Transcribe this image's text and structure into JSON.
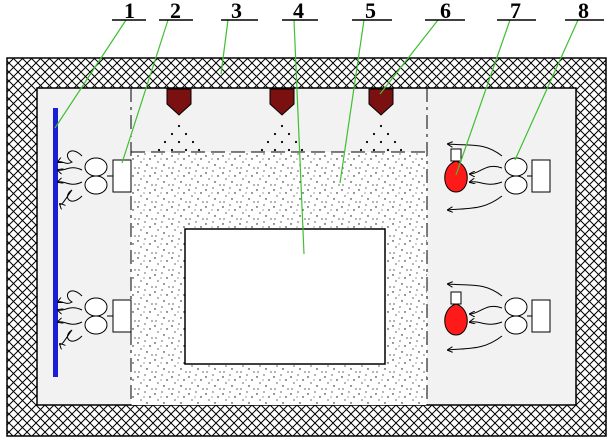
{
  "callouts": [
    {
      "label": "1"
    },
    {
      "label": "2"
    },
    {
      "label": "3"
    },
    {
      "label": "4"
    },
    {
      "label": "5"
    },
    {
      "label": "6"
    },
    {
      "label": "7"
    },
    {
      "label": "8"
    }
  ],
  "colors": {
    "background": "#ffffff",
    "stroke": "#000000",
    "hatch": "#000000",
    "fill_panel": "#f2f2f2",
    "left_wall_bar": "#1a1fd6",
    "nozzle": "#7a1010",
    "bulb": "#ff1a1a",
    "leader": "#3fc02f"
  }
}
